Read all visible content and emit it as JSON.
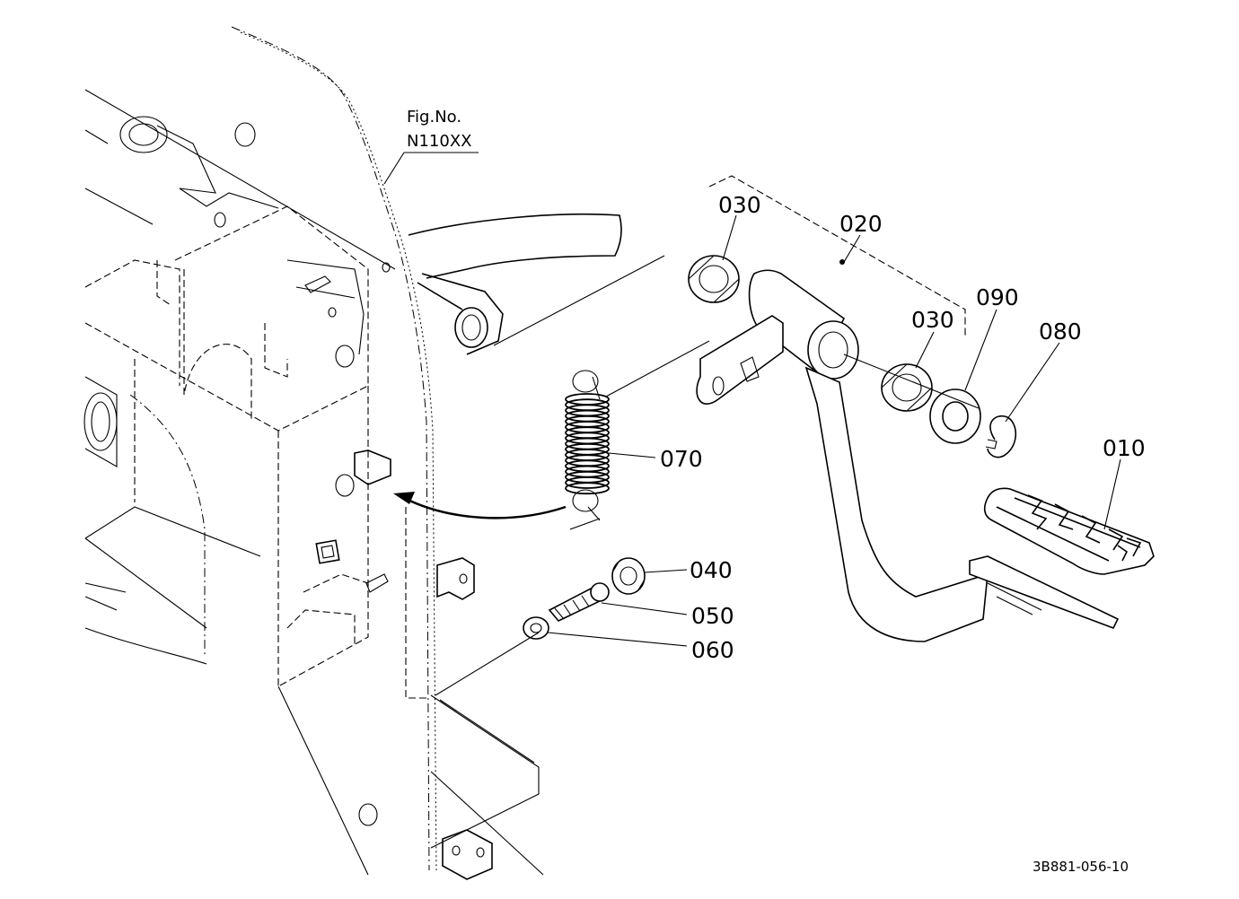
{
  "figure_ref": {
    "line1": "Fig.No.",
    "line2": "N110XX"
  },
  "drawing_code": "3B881-056-10",
  "callouts": [
    {
      "id": "010",
      "label": "010"
    },
    {
      "id": "020",
      "label": "020"
    },
    {
      "id": "030a",
      "label": "030"
    },
    {
      "id": "030b",
      "label": "030"
    },
    {
      "id": "040",
      "label": "040"
    },
    {
      "id": "050",
      "label": "050"
    },
    {
      "id": "060",
      "label": "060"
    },
    {
      "id": "070",
      "label": "070"
    },
    {
      "id": "080",
      "label": "080"
    },
    {
      "id": "090",
      "label": "090"
    }
  ]
}
